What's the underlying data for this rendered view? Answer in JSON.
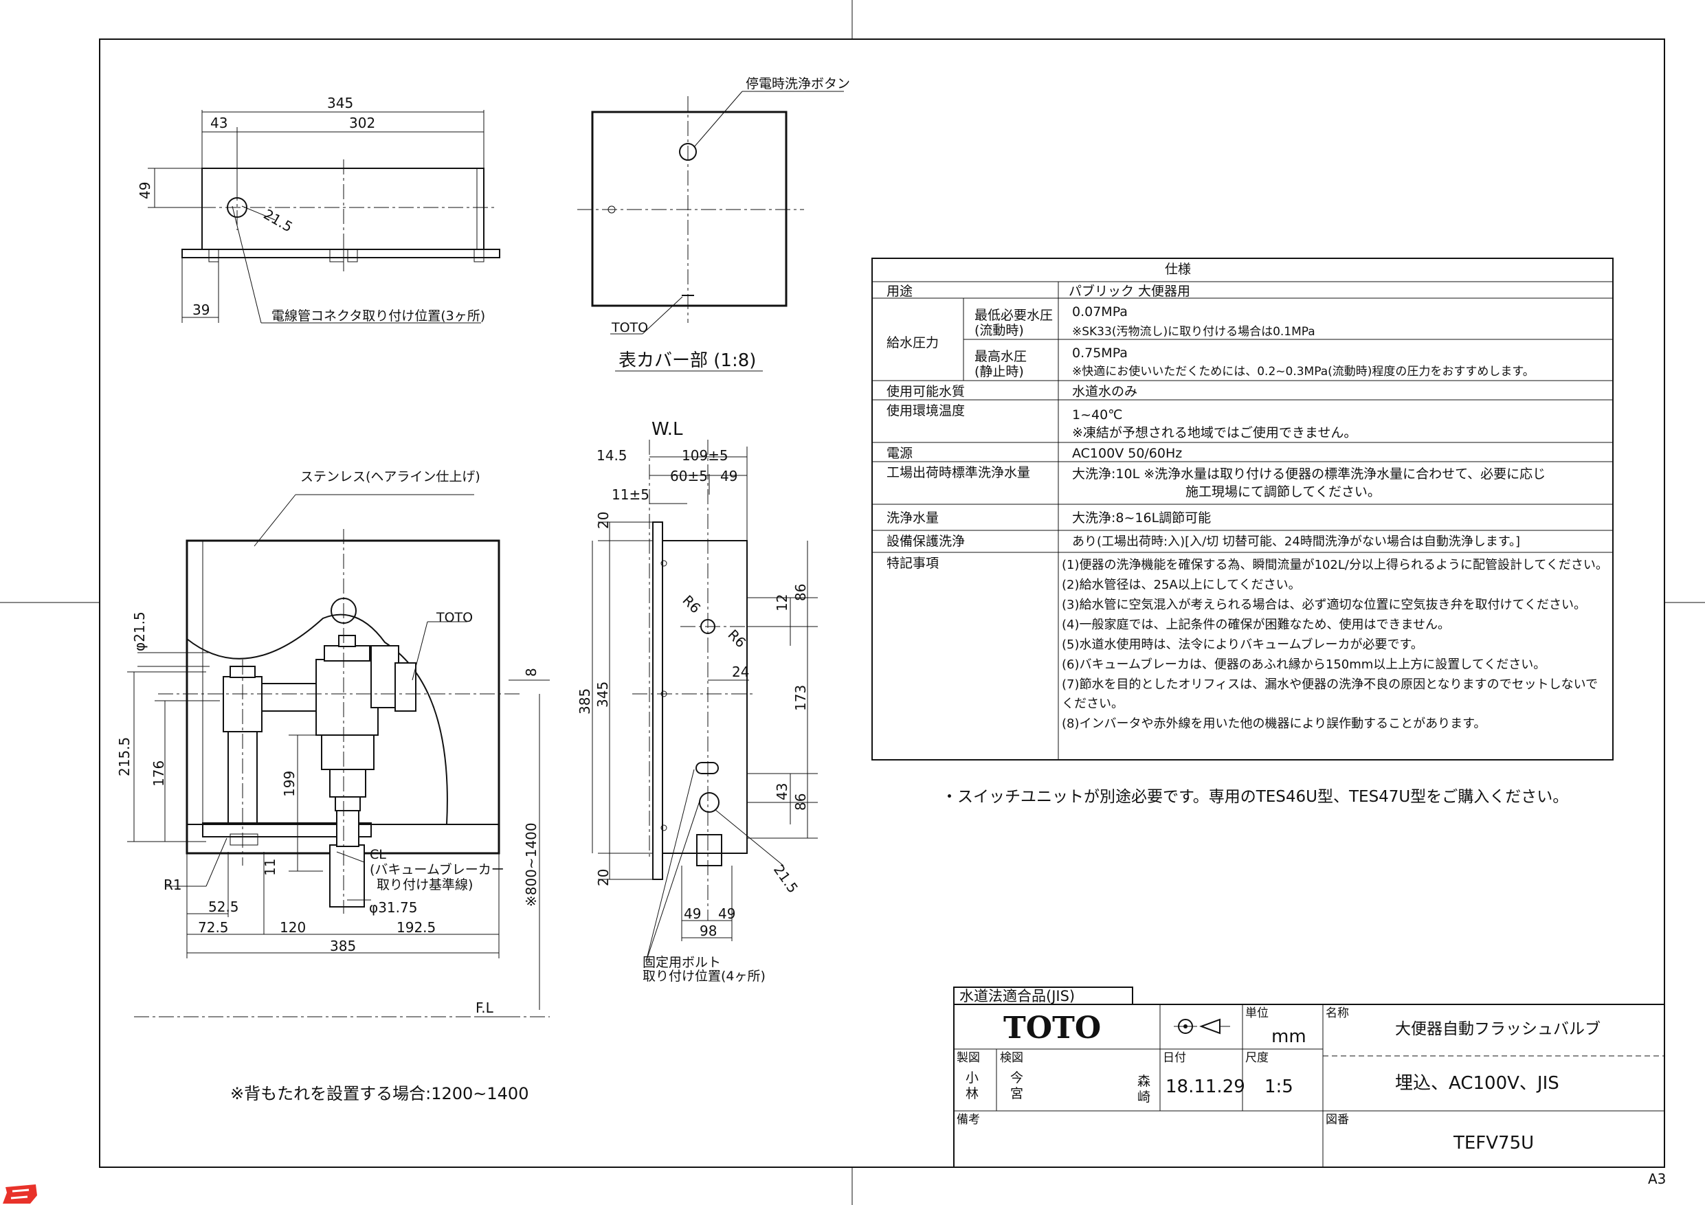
{
  "top_view": {
    "dim_345": "345",
    "dim_43": "43",
    "dim_302": "302",
    "dim_49": "49",
    "dim_39": "39",
    "dim_215": "21.5",
    "connector_note": "電線管コネクタ取り付け位置(3ヶ所)"
  },
  "cover_view": {
    "button_label": "停電時洗浄ボタン",
    "brand": "TOTO",
    "caption": "表カバー部 (1:8)"
  },
  "front_view": {
    "stainless_note": "ステンレス(ヘアライン仕上げ)",
    "brand": "TOTO",
    "dim_phi215": "φ21.5",
    "dim_2155": "215.5",
    "dim_176": "176",
    "dim_199": "199",
    "dim_11": "11",
    "dim_r1": "R1",
    "cl_note_1": "CL",
    "cl_note_2": "(バキュームブレーカー",
    "cl_note_3": "取り付け基準線)",
    "dim_phi3175": "φ31.75",
    "dim_525": "52.5",
    "dim_725": "72.5",
    "dim_120": "120",
    "dim_1925": "192.5",
    "dim_385": "385",
    "dim_8": "8",
    "dim_800_1400": "※800~1400",
    "fl": "F.L"
  },
  "side_view": {
    "wl": "W.L",
    "dim_145": "14.5",
    "dim_109": "109±5",
    "dim_60": "60±5",
    "dim_49a": "49",
    "dim_11": "11±5",
    "dim_20a": "20",
    "dim_385": "385",
    "dim_345": "345",
    "dim_20b": "20",
    "dim_r6a": "R6",
    "dim_r6b": "R6",
    "dim_12": "12",
    "dim_86a": "86",
    "dim_24": "24",
    "dim_173": "173",
    "dim_43": "43",
    "dim_86b": "86",
    "dim_215": "21.5",
    "dim_49b": "49",
    "dim_49c": "49",
    "dim_98": "98",
    "bolt_note_1": "固定用ボルト",
    "bolt_note_2": "取り付け位置(4ヶ所)"
  },
  "backrest_note": "※背もたれを設置する場合:1200~1400",
  "spec_table": {
    "title": "仕様",
    "rows": [
      {
        "label": "用途",
        "value": "パブリック 大便器用"
      },
      {
        "label": "給水圧力",
        "sub1": "最低必要水圧",
        "sub1b": "(流動時)",
        "val1": "0.07MPa",
        "val1b": "※SK33(汚物流し)に取り付ける場合は0.1MPa",
        "sub2": "最高水圧",
        "sub2b": "(静止時)",
        "val2": "0.75MPa",
        "val2b": "※快適にお使いいただくためには、0.2~0.3MPa(流動時)程度の圧力をおすすめします。"
      },
      {
        "label": "使用可能水質",
        "value": "水道水のみ"
      },
      {
        "label": "使用環境温度",
        "value": "1~40℃",
        "value2": "※凍結が予想される地域ではご使用できません。"
      },
      {
        "label": "電源",
        "value": "AC100V 50/60Hz"
      },
      {
        "label": "工場出荷時標準洗浄水量",
        "value": "大洗浄:10L ※洗浄水量は取り付ける便器の標準洗浄水量に合わせて、必要に応じ",
        "value2": "施工現場にて調節してください。"
      },
      {
        "label": "洗浄水量",
        "value": "大洗浄:8~16L調節可能"
      },
      {
        "label": "設備保護洗浄",
        "value": "あり(工場出荷時:入)[入/切 切替可能、24時間洗浄がない場合は自動洗浄します。]"
      },
      {
        "label": "特記事項",
        "items": [
          "(1)便器の洗浄機能を確保する為、瞬間流量が102L/分以上得られるように配管設計してください。",
          "(2)給水管径は、25A以上にしてください。",
          "(3)給水管に空気混入が考えられる場合は、必ず適切な位置に空気抜き弁を取付けてください。",
          "(4)一般家庭では、上記条件の確保が困難なため、使用はできません。",
          "(5)水道水使用時は、法令によりバキュームブレーカが必要です。",
          "(6)バキュームブレーカは、便器のあふれ縁から150mm以上上方に設置してください。",
          "(7)節水を目的としたオリフィスは、漏水や便器の洗浄不良の原因となりますのでセットしないで",
          "  ください。",
          "(8)インバータや赤外線を用いた他の機器により誤作動することがあります。"
        ]
      }
    ]
  },
  "switch_note": "・スイッチユニットが別途必要です。専用のTES46U型、TES47U型をご購入ください。",
  "title_block": {
    "jis_label": "水道法適合品(JIS)",
    "logo": "TOTO",
    "unit_label": "単位",
    "unit": "mm",
    "name_label": "名称",
    "name": "大便器自動フラッシュバルブ",
    "drawn_label": "製図",
    "drawn_1": "小",
    "drawn_2": "林",
    "checked_label": "検図",
    "checked_1": "今",
    "checked_2": "宮",
    "approved_1": "森",
    "approved_2": "崎",
    "date_label": "日付",
    "date": "18.11.29",
    "scale_label": "尺度",
    "scale": "1:5",
    "desc": "埋込、AC100V、JIS",
    "remarks_label": "備考",
    "drawing_no_label": "図番",
    "drawing_no": "TEFV75U"
  },
  "sheet_size": "A3"
}
